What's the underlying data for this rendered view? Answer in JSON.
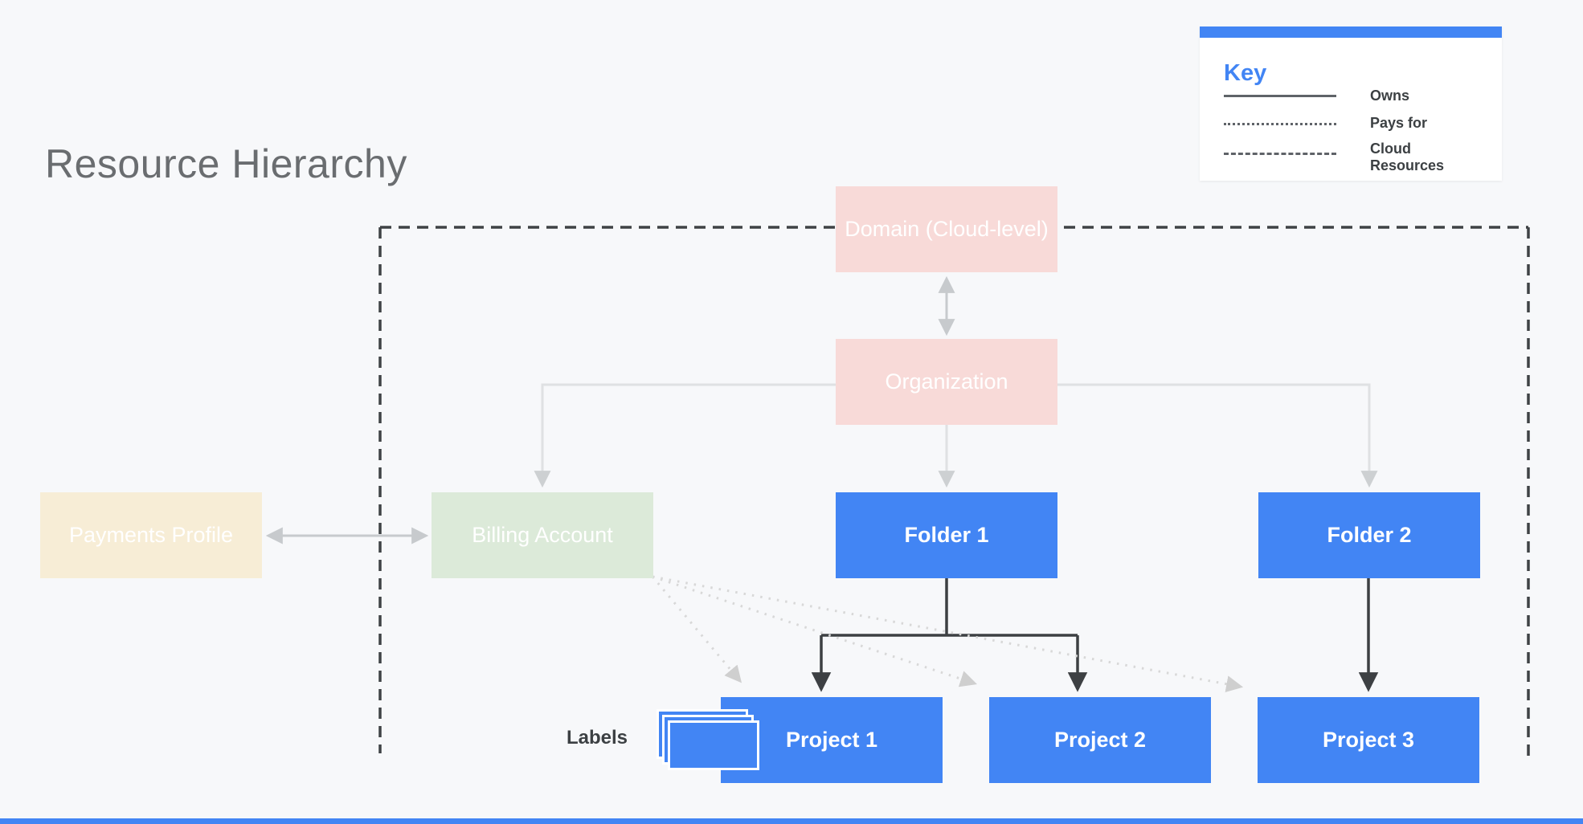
{
  "title": "Resource Hierarchy",
  "legend": {
    "heading": "Key",
    "items": [
      {
        "line_style": "solid",
        "label": "Owns"
      },
      {
        "line_style": "dotted",
        "label": "Pays for"
      },
      {
        "line_style": "dashed",
        "label": "Cloud Resources"
      }
    ]
  },
  "nodes": {
    "domain": {
      "label": "Domain (Cloud-level)",
      "color": "#f8dad8"
    },
    "organization": {
      "label": "Organization",
      "color": "#f8dad8"
    },
    "payments_profile": {
      "label": "Payments Profile",
      "color": "#f7edd6"
    },
    "billing_account": {
      "label": "Billing Account",
      "color": "#dcead9"
    },
    "folder1": {
      "label": "Folder 1",
      "color": "#4285f4"
    },
    "folder2": {
      "label": "Folder 2",
      "color": "#4285f4"
    },
    "project1": {
      "label": "Project 1",
      "color": "#4285f4"
    },
    "project2": {
      "label": "Project 2",
      "color": "#4285f4"
    },
    "project3": {
      "label": "Project 3",
      "color": "#4285f4"
    }
  },
  "annotations": {
    "labels_caption": "Labels"
  },
  "edges": [
    {
      "from": "domain",
      "to": "organization",
      "type": "owns",
      "bidirectional": true
    },
    {
      "from": "organization",
      "to": "billing_account",
      "type": "owns"
    },
    {
      "from": "organization",
      "to": "folder1",
      "type": "owns"
    },
    {
      "from": "organization",
      "to": "folder2",
      "type": "owns"
    },
    {
      "from": "payments_profile",
      "to": "billing_account",
      "type": "owns",
      "bidirectional": true
    },
    {
      "from": "folder1",
      "to": "project1",
      "type": "owns"
    },
    {
      "from": "folder1",
      "to": "project2",
      "type": "owns"
    },
    {
      "from": "folder2",
      "to": "project3",
      "type": "owns"
    },
    {
      "from": "billing_account",
      "to": "project1",
      "type": "pays_for"
    },
    {
      "from": "billing_account",
      "to": "project2",
      "type": "pays_for"
    },
    {
      "from": "billing_account",
      "to": "project3",
      "type": "pays_for"
    }
  ],
  "boundary": {
    "label_meaning": "Cloud Resources",
    "style": "dashed"
  },
  "colors": {
    "accent_blue": "#4285f4",
    "background": "#f7f8fa",
    "pink_node": "#f8dad8",
    "green_node": "#dcead9",
    "cream_node": "#f7edd6",
    "dark_connector": "#3d4043",
    "light_connector": "#dfe1e3",
    "title_gray": "#6a6d70"
  }
}
